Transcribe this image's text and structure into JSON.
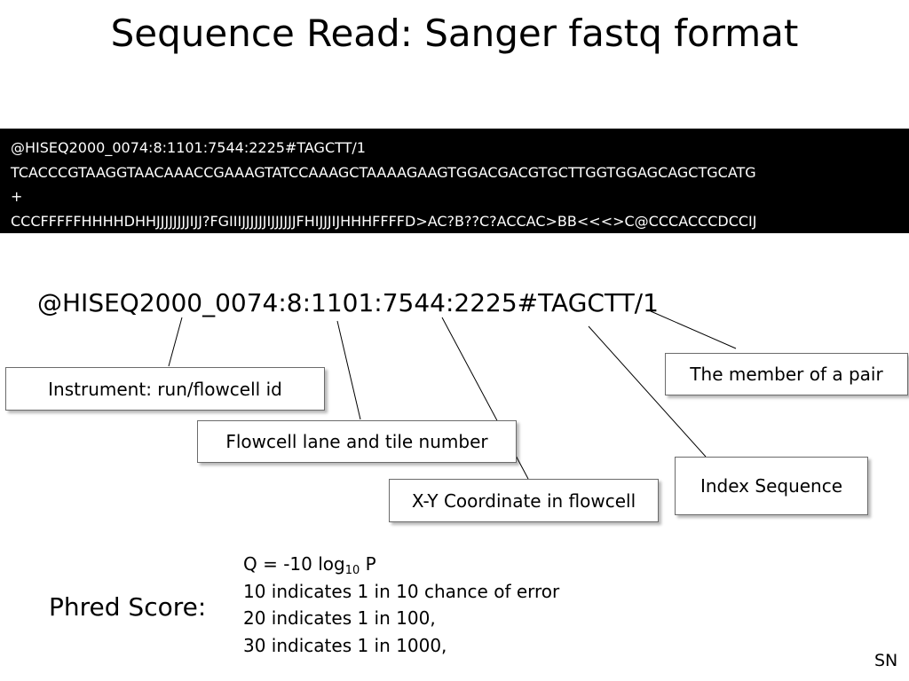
{
  "title": "Sequence Read: Sanger fastq format",
  "fastq": {
    "header": "@HISEQ2000_0074:8:1101:7544:2225#TAGCTT/1",
    "sequence": "TCACCCGTAAGGTAACAAACCGAAAGTATCCAAAGCTAAAAGAAGTGGACGACGTGCTTGGTGGAGCAGCTGCATG",
    "plus": "+",
    "quality": "CCCFFFFFHHHHDHHJJJJJJJJIJJ?FGIIIJJJJJJIJJJJJJFHIJJJIJHHHFFFFD>AC?B??C?ACCAC>BB<<<>C@CCCACCCDCCIJ"
  },
  "header_display": "@HISEQ2000_0074:8:1101:7544:2225#TAGCTT/1",
  "labels": {
    "instrument": "Instrument: run/flowcell id",
    "lane_tile": "Flowcell lane and tile number",
    "xy_coord": "X-Y Coordinate in flowcell",
    "index_seq": "Index Sequence",
    "pair_member": "The member of a pair"
  },
  "phred": {
    "label": "Phred Score:",
    "formula_prefix": "Q = -10 log",
    "formula_sub": "10",
    "formula_suffix": " P",
    "line1": "10 indicates 1 in 10 chance of error",
    "line2": "20 indicates 1 in 100,",
    "line3": "30 indicates 1 in 1000,"
  },
  "footer_initials": "SN"
}
